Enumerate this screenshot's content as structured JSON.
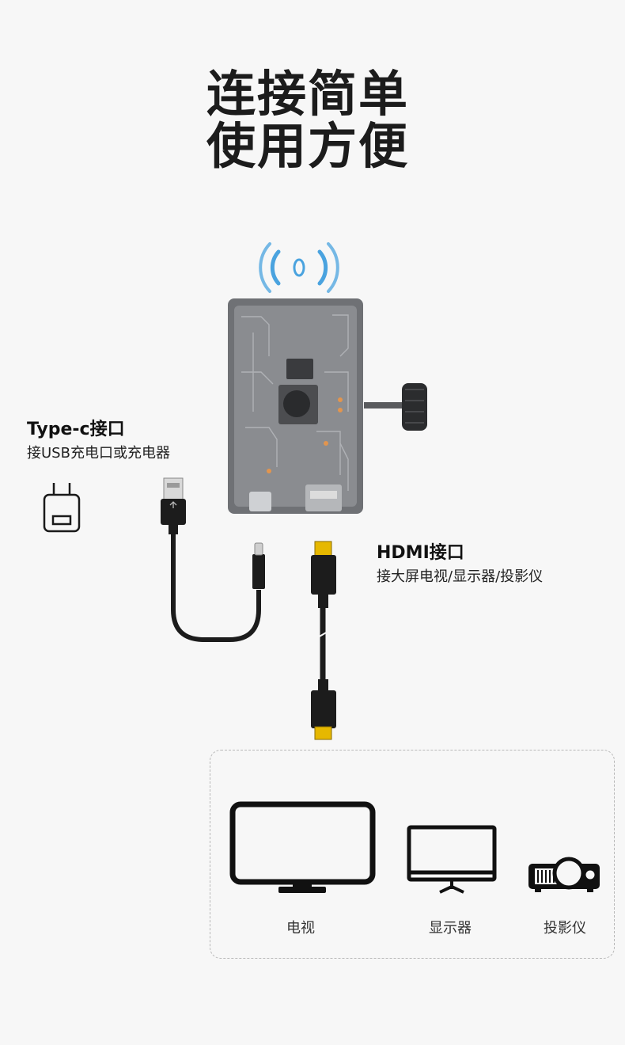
{
  "headline": {
    "line1": "连接简单",
    "line2": "使用方便"
  },
  "typec": {
    "title": "Type-c接口",
    "desc": "接USB充电口或充电器"
  },
  "hdmi": {
    "title": "HDMI接口",
    "desc": "接大屏电视/显示器/投影仪"
  },
  "devices": [
    {
      "label": "电视",
      "icon": "tv-icon"
    },
    {
      "label": "显示器",
      "icon": "monitor-icon"
    },
    {
      "label": "投影仪",
      "icon": "projector-icon"
    }
  ],
  "colors": {
    "accent": "#1c1c1c",
    "signal": "#4aa3df",
    "connector_gold": "#e6b800"
  }
}
